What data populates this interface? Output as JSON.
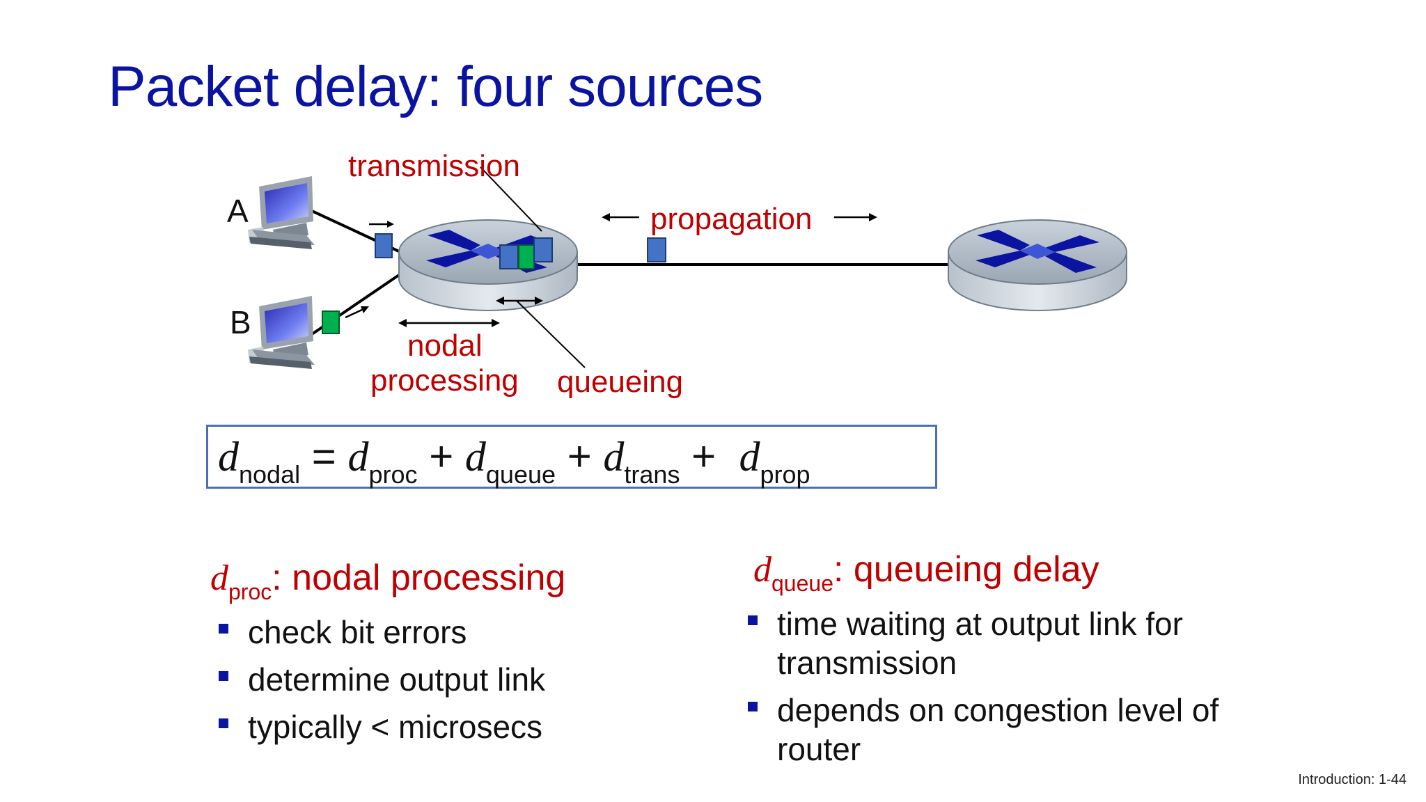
{
  "slide": {
    "title": "Packet delay: four sources",
    "footer": "Introduction: 1-44"
  },
  "diagram": {
    "host_a": "A",
    "host_b": "B",
    "label_transmission": "transmission",
    "label_propagation": "propagation",
    "label_nodal": "nodal",
    "label_processing": "processing",
    "label_queueing": "queueing",
    "colors": {
      "packet_blue": "#4472c4",
      "packet_green": "#00b050",
      "router_x": "#0a14a0",
      "label_red": "#c00000"
    }
  },
  "formula": {
    "d": "d",
    "nodal": "nodal",
    "proc": "proc",
    "queue": "queue",
    "trans": "trans",
    "prop": "prop",
    "eq": "=",
    "plus": "+"
  },
  "proc_section": {
    "d": "d",
    "sub": "proc",
    "heading": ": nodal processing",
    "bullets": [
      "check bit errors",
      "determine output link",
      "typically < microsecs"
    ]
  },
  "queue_section": {
    "d": "d",
    "sub": "queue",
    "heading": ": queueing delay",
    "bullets": [
      "time waiting at output link for transmission",
      "depends on congestion level of router"
    ]
  }
}
